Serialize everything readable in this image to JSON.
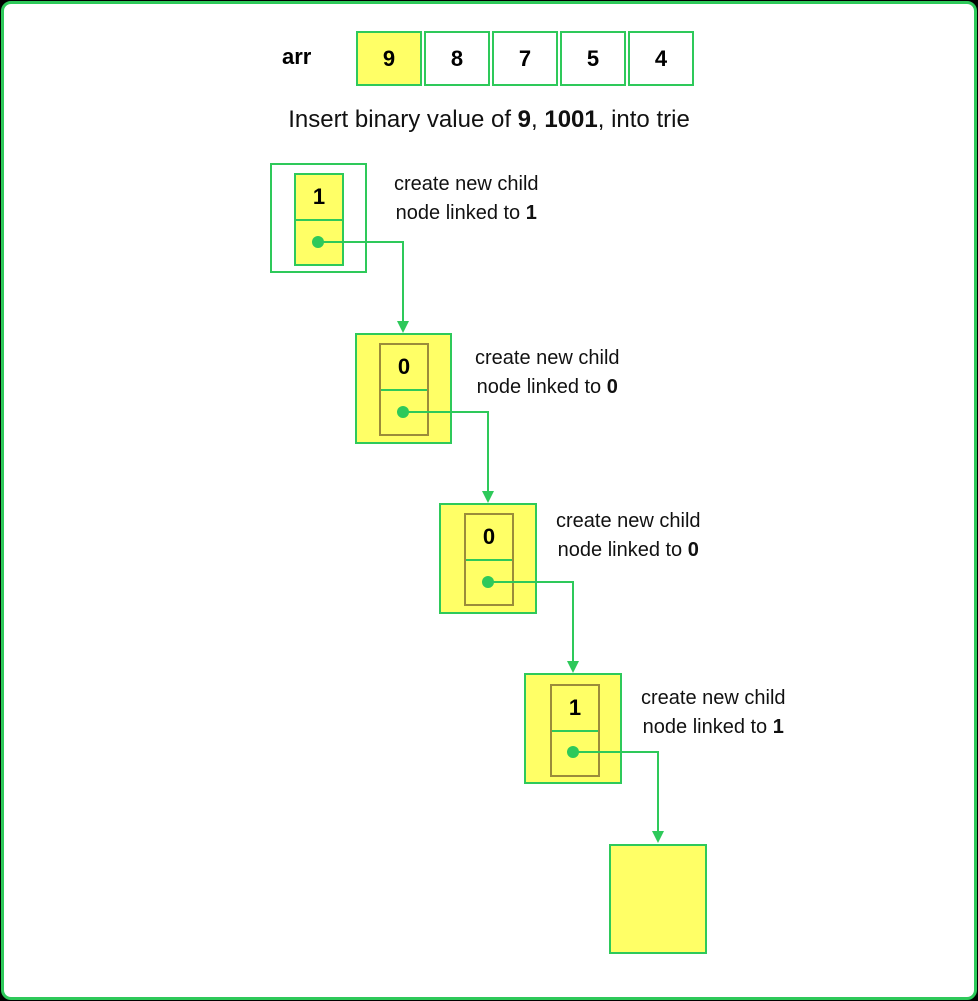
{
  "array": {
    "label": "arr",
    "cells": [
      "9",
      "8",
      "7",
      "5",
      "4"
    ],
    "highlighted_index": 0
  },
  "caption": {
    "prefix": "Insert binary value of ",
    "value": "9",
    "separator": ", ",
    "binary": "1001",
    "suffix": ", into trie"
  },
  "nodes": [
    {
      "bit": "1",
      "note_line1": "create new child",
      "note_line2_prefix": "node linked to ",
      "note_bit": "1"
    },
    {
      "bit": "0",
      "note_line1": "create new child",
      "note_line2_prefix": "node linked to ",
      "note_bit": "0"
    },
    {
      "bit": "0",
      "note_line1": "create new child",
      "note_line2_prefix": "node linked to ",
      "note_bit": "0"
    },
    {
      "bit": "1",
      "note_line1": "create new child",
      "note_line2_prefix": "node linked to ",
      "note_bit": "1"
    }
  ],
  "colors": {
    "border_green": "#2ec95a",
    "node_yellow": "#ffff66",
    "inner_olive_border": "#9b8c3a",
    "frame_background": "#000000"
  }
}
